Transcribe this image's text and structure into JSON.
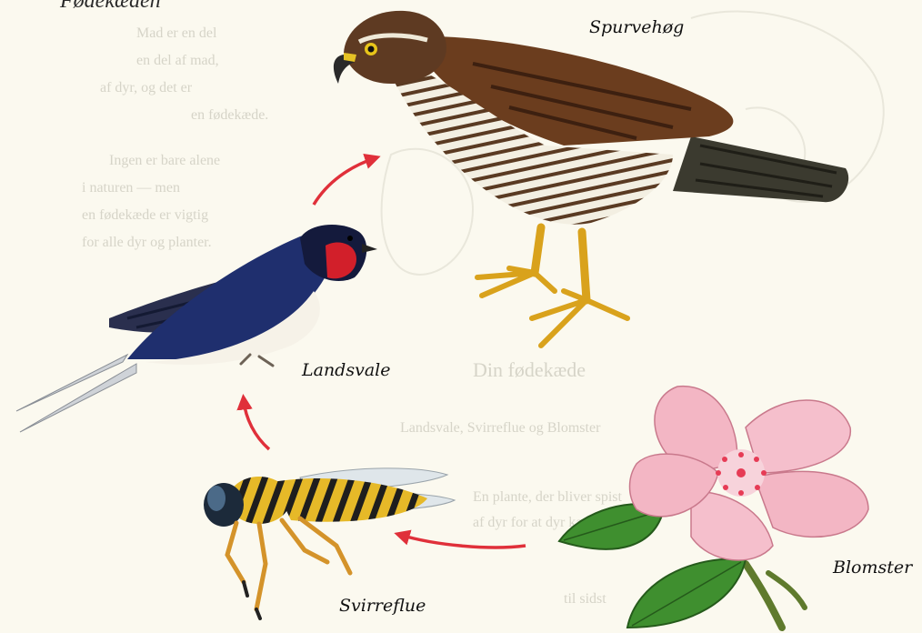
{
  "food_chain": {
    "heading": "Fødekæden",
    "organisms": [
      {
        "id": "hawk",
        "name": "Spurvehøg",
        "icon": "sparrowhawk-icon"
      },
      {
        "id": "swallow",
        "name": "Landsvale",
        "icon": "swallow-icon"
      },
      {
        "id": "hoverfly",
        "name": "Svirreflue",
        "icon": "hoverfly-icon"
      },
      {
        "id": "flower",
        "name": "Blomster",
        "icon": "wild-rose-icon"
      }
    ],
    "links": [
      {
        "from": "Blomster",
        "to": "Svirreflue"
      },
      {
        "from": "Svirreflue",
        "to": "Landsvale"
      },
      {
        "from": "Landsvale",
        "to": "Spurvehøg"
      }
    ],
    "arrow_color": "#e0303a"
  },
  "background_text": {
    "lines": [
      "Mad er en del",
      "en del af mad,",
      "af dyr, og det er",
      "en fødekæde.",
      "Ingen er bare alene",
      "i naturen — men",
      "en fødekæde er vigtig",
      "for alle dyr og planter.",
      "Din fødekæde",
      "Landsvale, Svirreflue og Blomster",
      "En plante, der bliver spist",
      "af dyr for at dyr kan leve",
      "til sidst"
    ]
  },
  "colors": {
    "background": "#fbf9ef",
    "hawk_back": "#6b3d1e",
    "swallow_back": "#1f2f6e",
    "swallow_throat": "#d21f2a",
    "flower_petal": "#f3b6c4",
    "leaf": "#3f8f2f"
  }
}
